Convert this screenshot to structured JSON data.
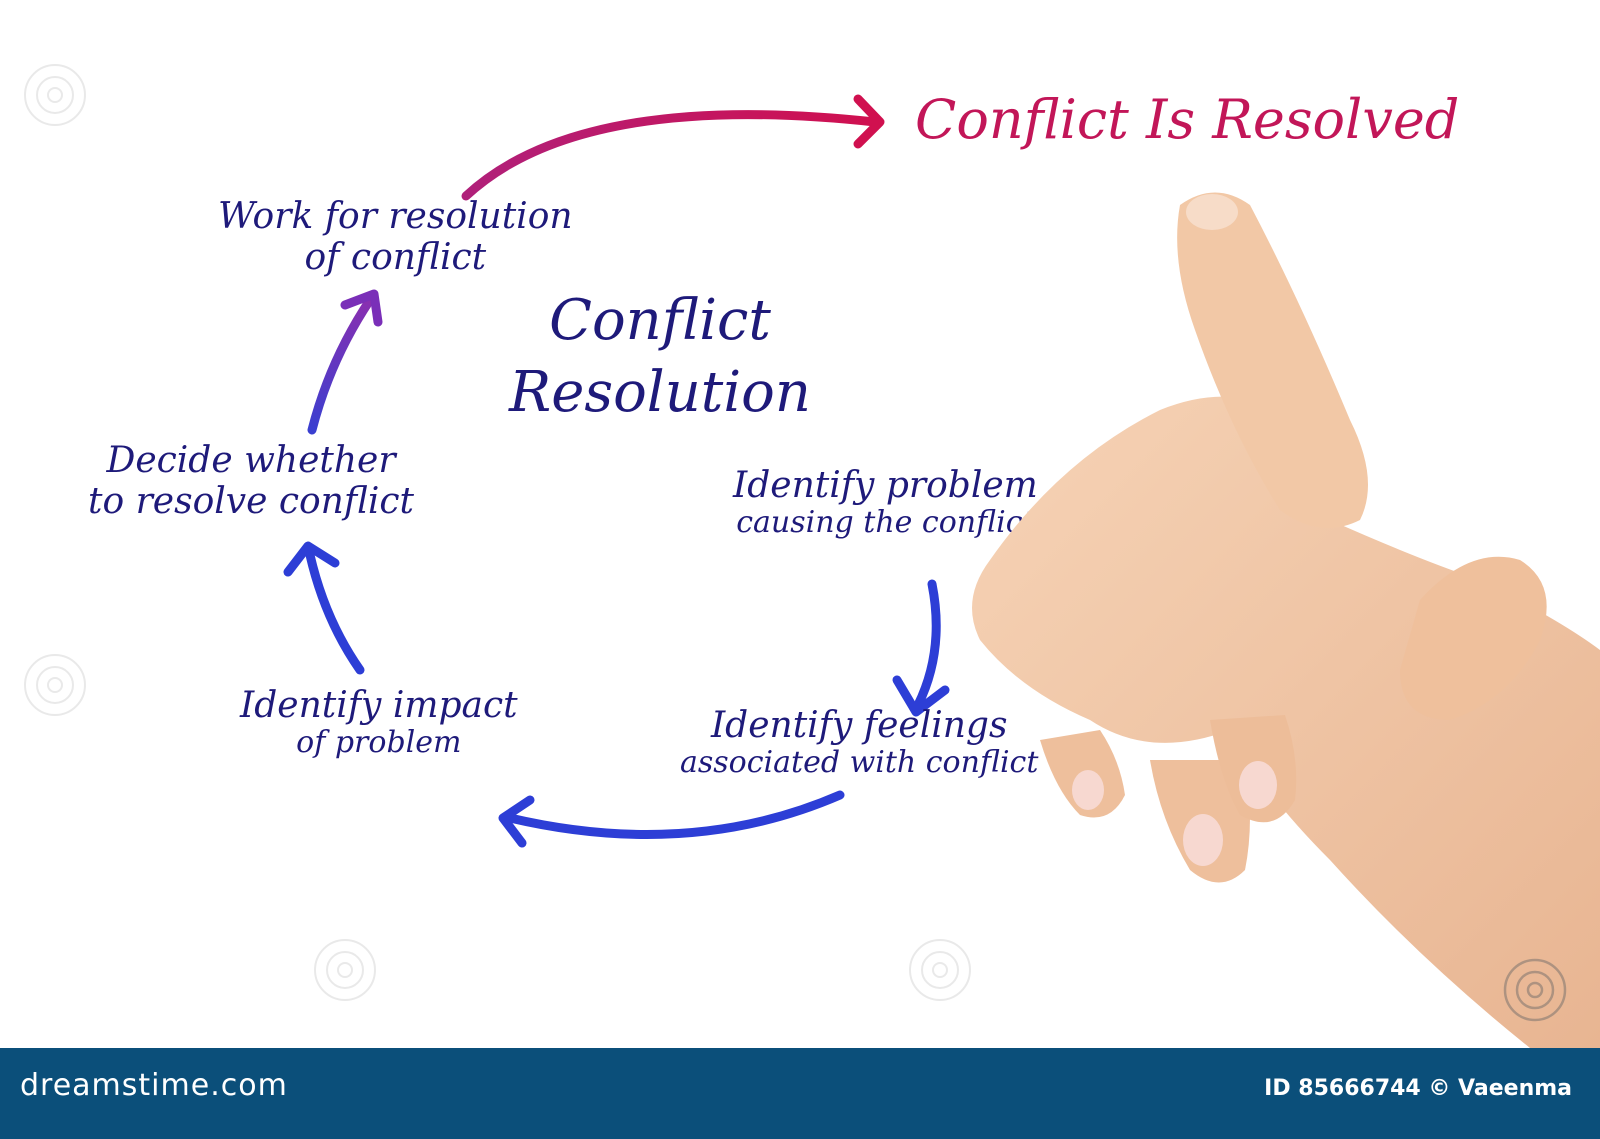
{
  "diagram": {
    "title_lines": [
      "Conflict",
      "Resolution"
    ],
    "outcome": "Conflict Is Resolved",
    "steps": [
      {
        "line1": "Identify  problem",
        "line2": "causing the conflict"
      },
      {
        "line1": "Identify feelings",
        "line2": "associated with conflict"
      },
      {
        "line1": "Identify impact",
        "line2": "of problem"
      },
      {
        "line1": "Decide whether",
        "line2": "to resolve conflict"
      },
      {
        "line1": "Work for resolution",
        "line2": "of conflict"
      }
    ]
  },
  "colors": {
    "text": "#1e1a7a",
    "arrow_blue": "#2d3ed6",
    "arrow_purple": "#7a2fb8",
    "arrow_magenta": "#c4145e",
    "outcome": "#c21658",
    "footer_bg": "#0b4f7a",
    "skin": "#f1c7a5"
  },
  "footer": {
    "brand": "dreamstime.com",
    "credit": "ID 85666744 © Vaeenma"
  }
}
